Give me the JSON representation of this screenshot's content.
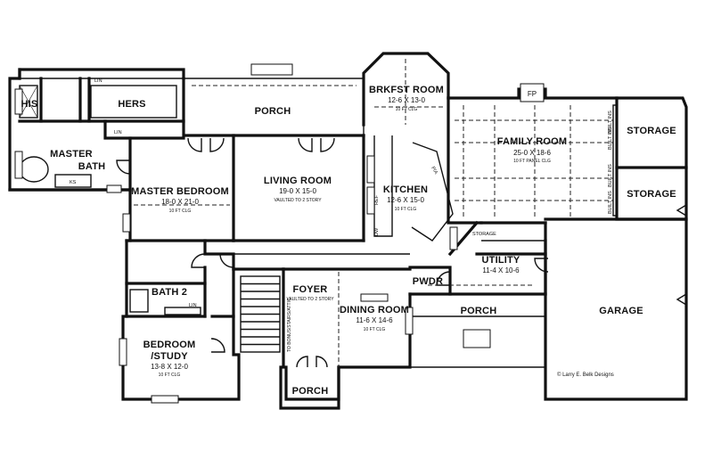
{
  "rooms": [
    {
      "id": "his",
      "name": "HIS",
      "dims": "",
      "note": ""
    },
    {
      "id": "hers",
      "name": "HERS",
      "dims": "",
      "note": ""
    },
    {
      "id": "master-bath-1",
      "name": "MASTER",
      "dims": "",
      "note": ""
    },
    {
      "id": "master-bath-2",
      "name": "BATH",
      "dims": "",
      "note": ""
    },
    {
      "id": "porch-top",
      "name": "PORCH",
      "dims": "",
      "note": ""
    },
    {
      "id": "brkfst-room",
      "name": "BRKFST ROOM",
      "dims": "12-6 X 13-0",
      "note": "10 FT CLG"
    },
    {
      "id": "family-room",
      "name": "FAMILY ROOM",
      "dims": "25-0 X 18-6",
      "note": "10 FT PANEL CLG"
    },
    {
      "id": "storage-1",
      "name": "STORAGE",
      "dims": "",
      "note": ""
    },
    {
      "id": "storage-2",
      "name": "STORAGE",
      "dims": "",
      "note": ""
    },
    {
      "id": "master-bedroom",
      "name": "MASTER BEDROOM",
      "dims": "18-0 X 21-0",
      "note": "10 FT CLG"
    },
    {
      "id": "living-room",
      "name": "LIVING ROOM",
      "dims": "19-0 X 15-0",
      "note": "VAULTED TO 2 STORY"
    },
    {
      "id": "kitchen",
      "name": "KITCHEN",
      "dims": "12-6 X 15-0",
      "note": "10 FT CLG"
    },
    {
      "id": "utility",
      "name": "UTILITY",
      "dims": "11-4 X 10-6",
      "note": ""
    },
    {
      "id": "garage",
      "name": "GARAGE",
      "dims": "",
      "note": ""
    },
    {
      "id": "bath-2",
      "name": "BATH 2",
      "dims": "",
      "note": ""
    },
    {
      "id": "foyer",
      "name": "FOYER",
      "dims": "",
      "note": "VAULTED TO 2 STORY"
    },
    {
      "id": "pwdr",
      "name": "PWDR",
      "dims": "",
      "note": ""
    },
    {
      "id": "porch-mid",
      "name": "PORCH",
      "dims": "",
      "note": ""
    },
    {
      "id": "dining-room",
      "name": "DINING ROOM",
      "dims": "11-6 X 14-6",
      "note": "10 FT CLG"
    },
    {
      "id": "bedroom-study-1",
      "name": "BEDROOM",
      "dims": "",
      "note": ""
    },
    {
      "id": "bedroom-study-2",
      "name": "/STUDY",
      "dims": "13-8 X 12-0",
      "note": "10 FT CLG"
    },
    {
      "id": "porch-front",
      "name": "PORCH",
      "dims": "",
      "note": ""
    }
  ],
  "fixtures": {
    "fireplace": "FP",
    "linen_1": "LIN",
    "linen_2": "LIN",
    "linen_3": "LIN",
    "ks": "KS",
    "storage_small": "STORAGE",
    "built_ins": [
      "BUILT INS",
      "BUILT INS",
      "BUILT INS",
      "BUILT INS"
    ],
    "ref": "REF",
    "dw": "DW",
    "pa": "P/A",
    "stair_note": "TO BONUS/STAIRS/ATTIC"
  },
  "credit": "© Larry E. Belk Designs"
}
